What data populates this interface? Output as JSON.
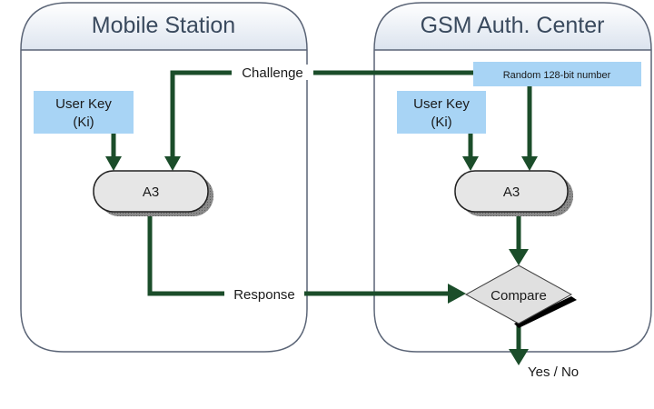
{
  "diagram": {
    "type": "authentication-flow",
    "lanes": [
      {
        "id": "mobile-station",
        "title": "Mobile Station"
      },
      {
        "id": "gsm-auth-center",
        "title": "GSM Auth. Center"
      }
    ],
    "nodes": {
      "ms_user_key": {
        "line1": "User Key",
        "line2": "(Ki)"
      },
      "ms_a3": {
        "label": "A3"
      },
      "ac_random": {
        "label": "Random 128-bit number"
      },
      "ac_user_key": {
        "line1": "User Key",
        "line2": "(Ki)"
      },
      "ac_a3": {
        "label": "A3"
      },
      "compare": {
        "label": "Compare"
      }
    },
    "edges": {
      "challenge": {
        "label": "Challenge",
        "from": "ac_random",
        "to": "ms_a3"
      },
      "response": {
        "label": "Response",
        "from": "ms_a3",
        "to": "compare"
      },
      "result": {
        "label": "Yes / No",
        "from": "compare"
      }
    },
    "colors": {
      "arrow": "#1b4d2a",
      "key_box": "#a8d4f5",
      "process_fill": "#e6e6e6",
      "lane_border": "#5a6476",
      "lane_header_top": "#ffffff",
      "lane_header_bottom": "#dfe6f0"
    }
  }
}
